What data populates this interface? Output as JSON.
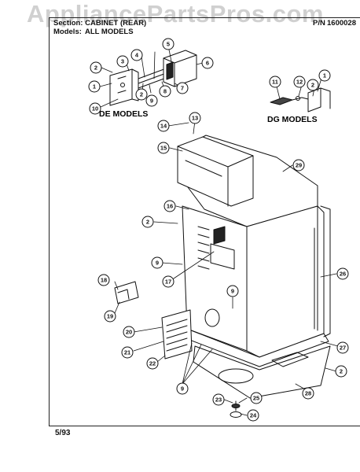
{
  "watermark": "AppliancePartsPros.com",
  "header": {
    "section": "Section: CABINET (REAR)",
    "models_label": "Models:",
    "models_value": "ALL MODELS",
    "pn_label": "P/N",
    "pn_value": "1600028"
  },
  "sections": {
    "de": "DE MODELS",
    "dg": "DG MODELS"
  },
  "callouts": [
    "1",
    "2",
    "3",
    "4",
    "5",
    "6",
    "7",
    "8",
    "9",
    "10",
    "11",
    "12",
    "13",
    "14",
    "15",
    "16",
    "17",
    "18",
    "19",
    "20",
    "21",
    "22",
    "23",
    "24",
    "25",
    "26",
    "27",
    "28",
    "29"
  ],
  "footer": "5/93",
  "colors": {
    "ink": "#111111",
    "watermark": "#d0d0d0",
    "paper": "#ffffff"
  }
}
